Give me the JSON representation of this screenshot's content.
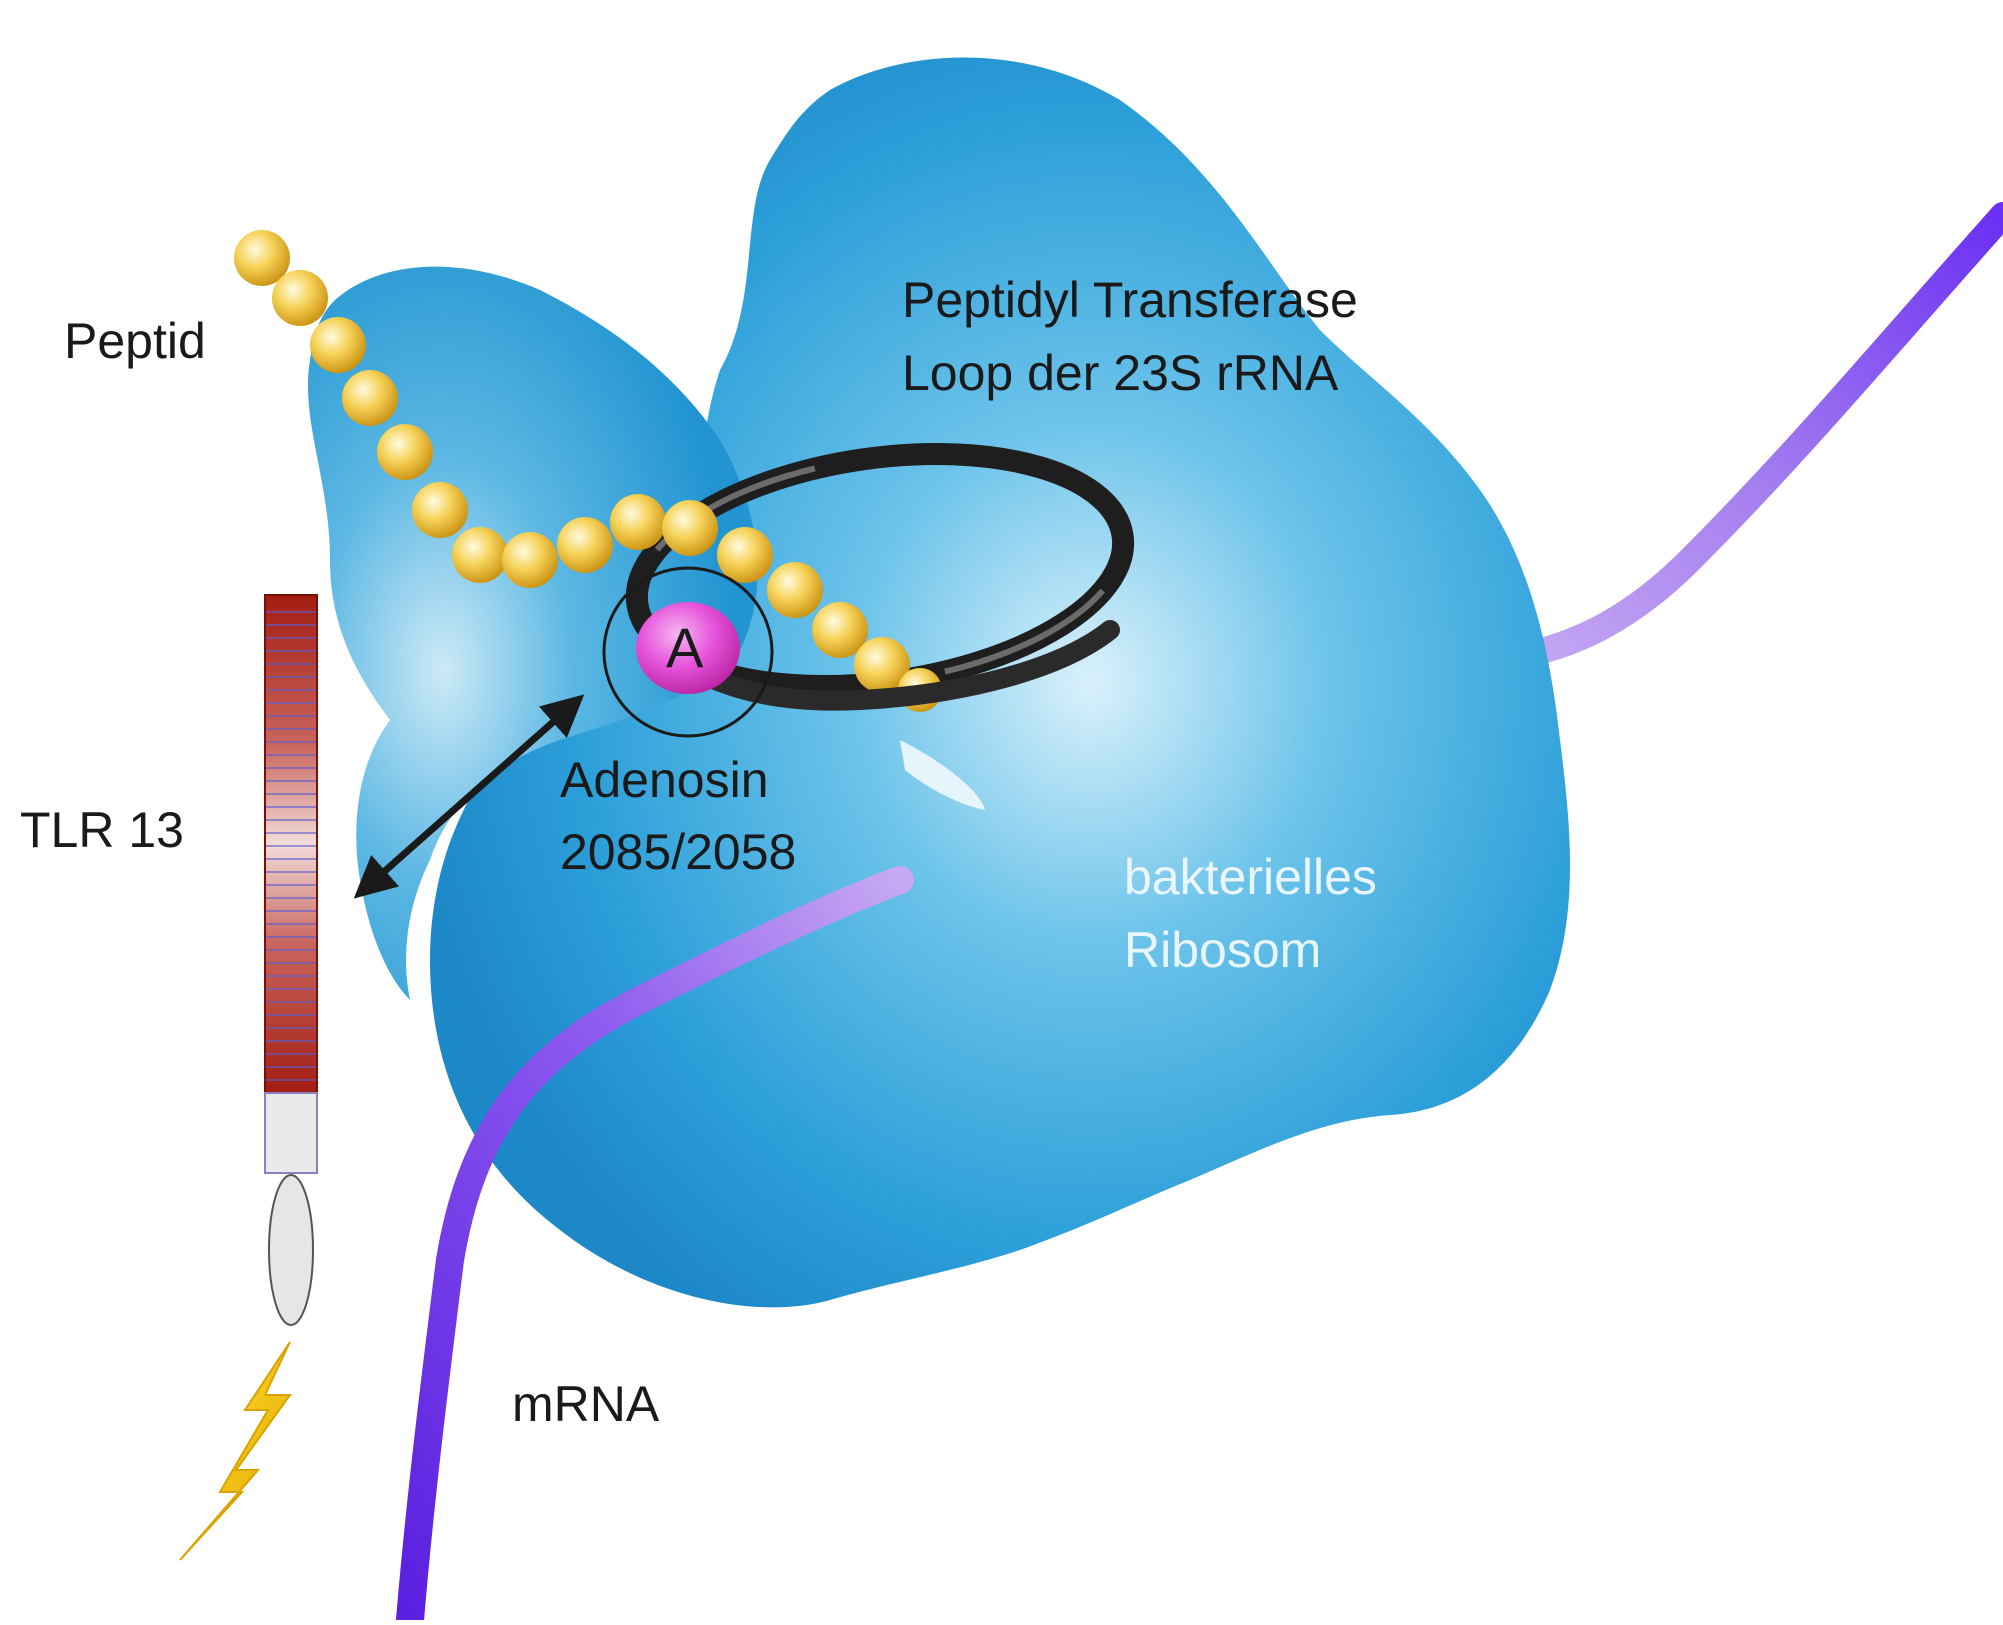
{
  "labels": {
    "peptide": "Peptid",
    "ptl_line1": "Peptidyl Transferase",
    "ptl_line2": "Loop der 23S rRNA",
    "adenosine_letter": "A",
    "adenosine_line1": "Adenosin",
    "adenosine_line2": "2085/2058",
    "tlr": "TLR 13",
    "ribosome_line1": "bakterielles",
    "ribosome_line2": "Ribosom",
    "mrna": "mRNA"
  },
  "icons": {
    "ribosome": "ribosome-blob",
    "loop": "rrna-loop-ring",
    "peptide": "bead-chain",
    "receptor": "tlr13-receptor",
    "signal": "lightning-bolt",
    "interaction": "double-headed-arrow"
  },
  "colors": {
    "ribosome_light": "#bfe6f7",
    "ribosome_mid": "#3aa9de",
    "ribosome_dark": "#1b8fcf",
    "bead_light": "#fff6c4",
    "bead_mid": "#f2c73a",
    "bead_dark": "#d09a12",
    "loop": "#1f1f1f",
    "mrna_dark": "#6a2ff2",
    "mrna_light": "#c9a8f2",
    "tlr_red": "#a01e14",
    "tlr_pink": "#e8c4c0",
    "adenosine_fill": "#e34fd7",
    "bolt": "#f3c316",
    "text_dark": "#1a1a1a",
    "text_light": "#e9f6fd"
  }
}
